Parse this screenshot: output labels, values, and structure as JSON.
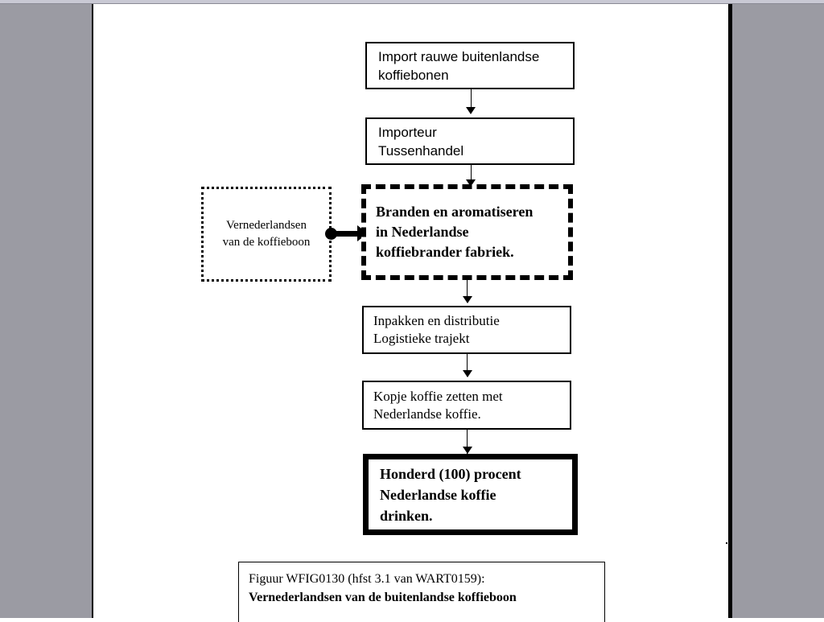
{
  "figure": {
    "title": "Vernederlandsen van de buitenlandse koffieboon",
    "nodes": {
      "import": {
        "line1": "Import rauwe buitenlandse",
        "line2": "koffiebonen"
      },
      "importeur": {
        "line1": "Importeur",
        "line2": "Tussenhandel"
      },
      "annotation": {
        "line1": "Vernederlandsen",
        "line2": "van de koffieboon"
      },
      "branden": {
        "line1": "Branden en aromatiseren",
        "line2": "in Nederlandse",
        "line3": "koffiebrander fabriek."
      },
      "inpakken": {
        "line1": "Inpakken en distributie",
        "line2": "Logistieke trajekt"
      },
      "kopje": {
        "line1": "Kopje koffie zetten met",
        "line2": "Nederlandse koffie."
      },
      "honderd": {
        "line1": "Honderd (100) procent",
        "line2": "Nederlandse koffie",
        "line3": "drinken."
      }
    },
    "caption": {
      "line1": "Figuur WFIG0130 (hfst 3.1 van WART0159):",
      "line2": "Vernederlandsen van de buitenlandse koffieboon"
    },
    "colors": {
      "page_background": "#ffffff",
      "window_background": "#9b9ba3",
      "stroke": "#000000"
    }
  }
}
